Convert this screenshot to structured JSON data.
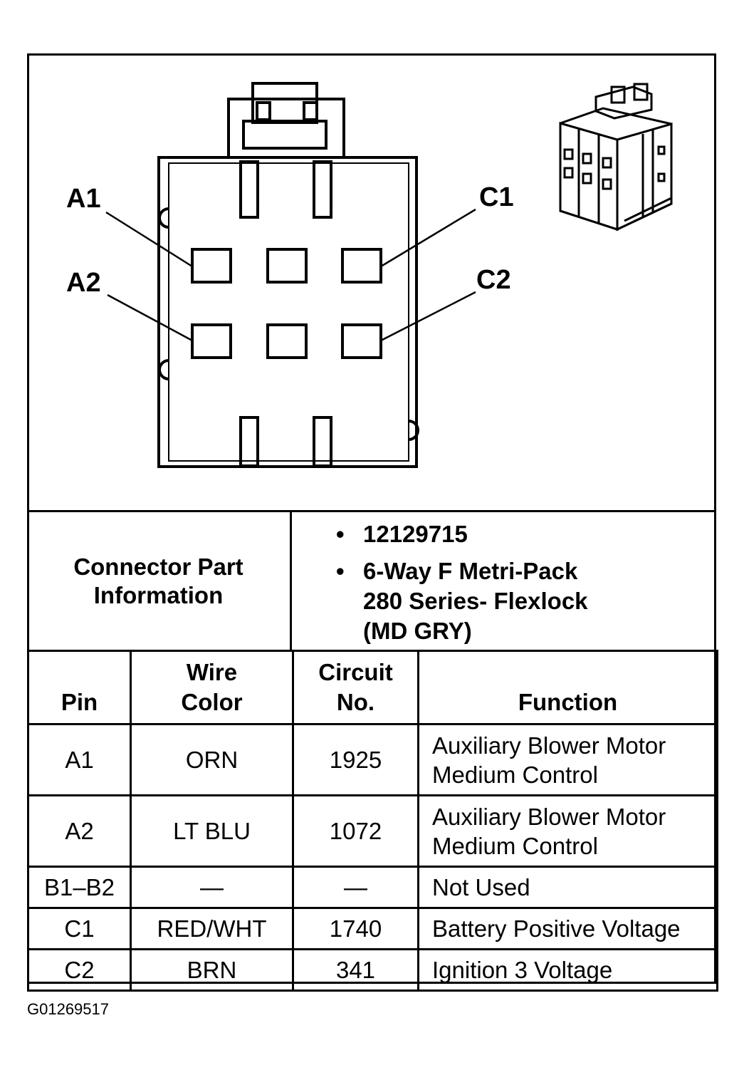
{
  "pin_callouts": {
    "a1": "A1",
    "a2": "A2",
    "c1": "C1",
    "c2": "C2"
  },
  "connector_info": {
    "label_line1": "Connector Part",
    "label_line2": "Information",
    "items": [
      {
        "bullet": "•",
        "lines": [
          "12129715"
        ]
      },
      {
        "bullet": "•",
        "lines": [
          "6-Way F Metri-Pack",
          "280 Series- Flexlock",
          "(MD GRY)"
        ]
      }
    ]
  },
  "table": {
    "headers": {
      "pin": "Pin",
      "wire_color_line1": "Wire",
      "wire_color_line2": "Color",
      "circuit_line1": "Circuit",
      "circuit_line2": "No.",
      "function": "Function"
    },
    "rows": [
      {
        "pin": "A1",
        "wire_color": "ORN",
        "circuit": "1925",
        "function_line1": "Auxiliary Blower Motor",
        "function_line2": "Medium Control"
      },
      {
        "pin": "A2",
        "wire_color": "LT BLU",
        "circuit": "1072",
        "function_line1": "Auxiliary Blower Motor",
        "function_line2": "Medium Control"
      },
      {
        "pin": "B1–B2",
        "wire_color": "—",
        "circuit": "—",
        "function_line1": "Not Used",
        "function_line2": ""
      },
      {
        "pin": "C1",
        "wire_color": "RED/WHT",
        "circuit": "1740",
        "function_line1": "Battery Positive Voltage",
        "function_line2": ""
      },
      {
        "pin": "C2",
        "wire_color": "BRN",
        "circuit": "341",
        "function_line1": "Ignition 3 Voltage",
        "function_line2": ""
      }
    ]
  },
  "figure_id": "G01269517"
}
